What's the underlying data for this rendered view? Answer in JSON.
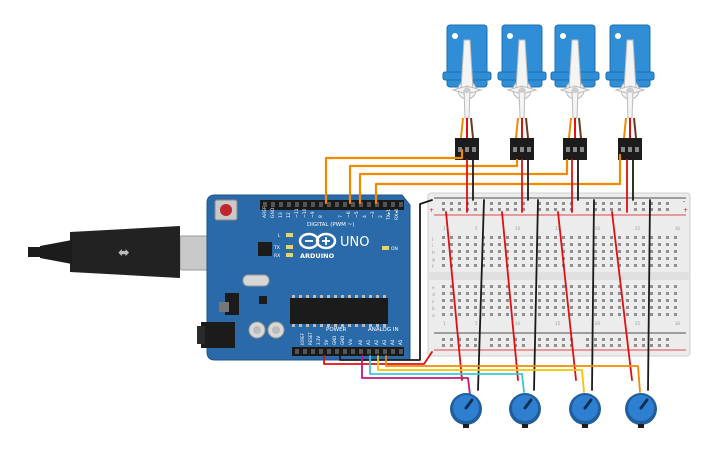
{
  "board": {
    "logo_brand": "ARDUINO",
    "logo_model": "UNO",
    "digital_header": "DIGITAL (PWM ~)",
    "analog_header": "ANALOG IN",
    "power_header": "POWER",
    "aref": "AREF",
    "gnd": "GND",
    "pin13": "13",
    "pin12": "12",
    "pin11": "~11",
    "pin10": "~10",
    "pin9": "~9",
    "pin8": "8",
    "pin7": "7",
    "pin6": "~6",
    "pin5": "~5",
    "pin4": "4",
    "pin3": "~3",
    "pin2": "2",
    "tx": "TX▸1",
    "rx": "RX◂0",
    "led_l": "L",
    "led_tx": "TX",
    "led_rx": "RX",
    "led_on": "ON",
    "a0": "A0",
    "a1": "A1",
    "a2": "A2",
    "a3": "A3",
    "a4": "A4",
    "a5": "A5",
    "pwr_ioref": "IOREF",
    "pwr_reset": "RESET",
    "pwr_3v3": "3.3V",
    "pwr_5v": "5V",
    "pwr_gnd1": "GND",
    "pwr_gnd2": "GND",
    "pwr_vin": "Vin"
  },
  "breadboard": {
    "rows_top": [
      "j",
      "i",
      "h",
      "g",
      "f"
    ],
    "rows_bottom": [
      "e",
      "d",
      "c",
      "b",
      "a"
    ],
    "plus": "+",
    "minus": "-"
  },
  "colors": {
    "board": "#2b6aa8",
    "servo": "#2f8ed6",
    "wire_orange": "#f08a00",
    "wire_red": "#e01010",
    "wire_black": "#1a1a1a",
    "wire_magenta": "#c2187a",
    "wire_cyan": "#38c7d8",
    "wire_yellow": "#f4c400",
    "pot": "#2f7fd0"
  },
  "components": {
    "servos": [
      "servo-1",
      "servo-2",
      "servo-3",
      "servo-4"
    ],
    "potentiometers": [
      "potentiometer-1",
      "potentiometer-2",
      "potentiometer-3",
      "potentiometer-4"
    ]
  }
}
